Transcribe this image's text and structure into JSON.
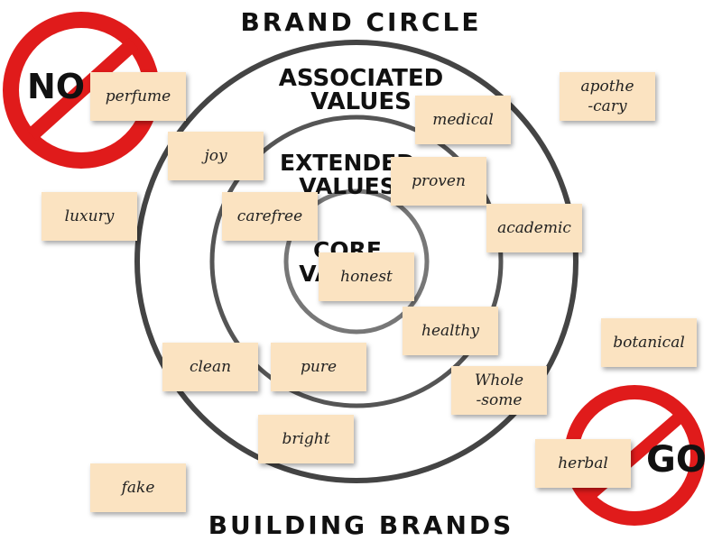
{
  "title": "BRAND CIRCLE",
  "footer": "BUILDING BRANDS",
  "rings": {
    "outer": "ASSOCIATED\nVALUES",
    "middle": "EXTENDED\nVALUES",
    "inner": "CORE\nVALUES"
  },
  "signs": {
    "no_go": "NO GO",
    "go": "GO"
  },
  "notes": [
    "perfume",
    "joy",
    "luxury",
    "carefree",
    "medical",
    "apothe\n-cary",
    "proven",
    "academic",
    "honest",
    "healthy",
    "botanical",
    "clean",
    "pure",
    "Whole\n-some",
    "bright",
    "herbal",
    "fake"
  ],
  "colors": {
    "note": "#fbe3c1",
    "sign_red": "#e01b1b",
    "ring": "#555555"
  }
}
